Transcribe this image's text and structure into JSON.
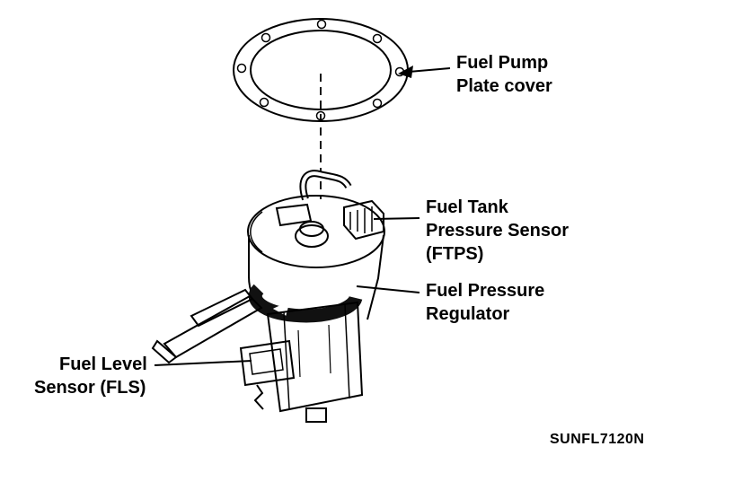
{
  "diagram": {
    "ref_code": "SUNFL7120N",
    "labels": {
      "plate_cover": {
        "line1": "Fuel Pump",
        "line2": "Plate cover"
      },
      "ftps": {
        "line1": "Fuel Tank",
        "line2": "Pressure Sensor",
        "line3": "(FTPS)"
      },
      "regulator": {
        "line1": "Fuel Pressure",
        "line2": "Regulator"
      },
      "fls": {
        "line1": "Fuel Level",
        "line2": "Sensor (FLS)"
      }
    }
  }
}
